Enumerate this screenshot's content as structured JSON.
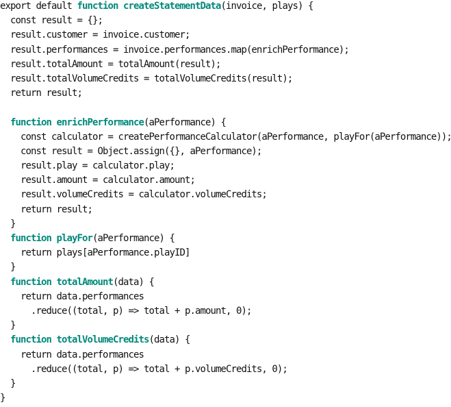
{
  "accent_color": "#00897b",
  "lines": [
    [
      [
        "export default ",
        ""
      ],
      [
        "function",
        "kw"
      ],
      [
        " ",
        ""
      ],
      [
        "createStatementData",
        "kw"
      ],
      [
        "(invoice, plays) {",
        ""
      ]
    ],
    [
      [
        "  const result = {};",
        ""
      ]
    ],
    [
      [
        "  result.customer = invoice.customer;",
        ""
      ]
    ],
    [
      [
        "  result.performances = invoice.performances.map(enrichPerformance);",
        ""
      ]
    ],
    [
      [
        "  result.totalAmount = totalAmount(result);",
        ""
      ]
    ],
    [
      [
        "  result.totalVolumeCredits = totalVolumeCredits(result);",
        ""
      ]
    ],
    [
      [
        "  return result;",
        ""
      ]
    ],
    [
      [
        "",
        ""
      ]
    ],
    [
      [
        "  ",
        ""
      ],
      [
        "function",
        "kw"
      ],
      [
        " ",
        ""
      ],
      [
        "enrichPerformance",
        "kw"
      ],
      [
        "(aPerformance) {",
        ""
      ]
    ],
    [
      [
        "    const calculator = createPerformanceCalculator(aPerformance, playFor(aPerformance));",
        ""
      ]
    ],
    [
      [
        "    const result = Object.assign({}, aPerformance);",
        ""
      ]
    ],
    [
      [
        "    result.play = calculator.play;",
        ""
      ]
    ],
    [
      [
        "    result.amount = calculator.amount;",
        ""
      ]
    ],
    [
      [
        "    result.volumeCredits = calculator.volumeCredits;",
        ""
      ]
    ],
    [
      [
        "    return result;",
        ""
      ]
    ],
    [
      [
        "  }",
        ""
      ]
    ],
    [
      [
        "  ",
        ""
      ],
      [
        "function",
        "kw"
      ],
      [
        " ",
        ""
      ],
      [
        "playFor",
        "kw"
      ],
      [
        "(aPerformance) {",
        ""
      ]
    ],
    [
      [
        "    return plays[aPerformance.playID]",
        ""
      ]
    ],
    [
      [
        "  }",
        ""
      ]
    ],
    [
      [
        "  ",
        ""
      ],
      [
        "function",
        "kw"
      ],
      [
        " ",
        ""
      ],
      [
        "totalAmount",
        "kw"
      ],
      [
        "(data) {",
        ""
      ]
    ],
    [
      [
        "    return data.performances",
        ""
      ]
    ],
    [
      [
        "      .reduce((total, p) => total + p.amount, 0);",
        ""
      ]
    ],
    [
      [
        "  }",
        ""
      ]
    ],
    [
      [
        "  ",
        ""
      ],
      [
        "function",
        "kw"
      ],
      [
        " ",
        ""
      ],
      [
        "totalVolumeCredits",
        "kw"
      ],
      [
        "(data) {",
        ""
      ]
    ],
    [
      [
        "    return data.performances",
        ""
      ]
    ],
    [
      [
        "      .reduce((total, p) => total + p.volumeCredits, 0);",
        ""
      ]
    ],
    [
      [
        "  }",
        ""
      ]
    ],
    [
      [
        "}",
        ""
      ]
    ]
  ]
}
